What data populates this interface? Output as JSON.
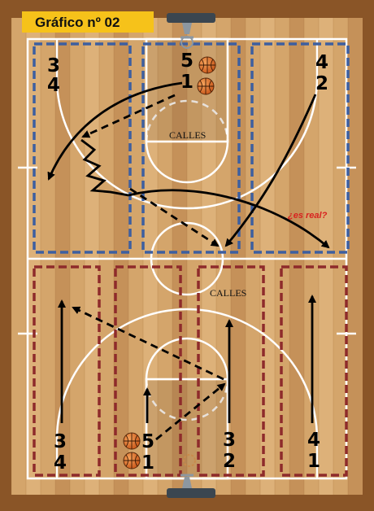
{
  "title": "Gráfico nº 02",
  "colors": {
    "wood": "#d4a56b",
    "wood_dark": "#b8824a",
    "wood_light": "#e5bd87",
    "surround": "#8a5527",
    "lines": "#ffffff",
    "title_bg": "#f6c21a",
    "upper_lanes": "#3d5fa0",
    "lower_lanes": "#8e2b2b",
    "note": "#d8221f",
    "arrows": "#000000",
    "hoop": "#4a5560"
  },
  "upper_half": {
    "lane_label": "CALLES",
    "note": "¿es real?",
    "left_label": [
      "3",
      "4"
    ],
    "right_label": [
      "4",
      "2"
    ],
    "center_label": [
      "5",
      "1"
    ]
  },
  "lower_half": {
    "lane_label": "CALLES",
    "left_label": [
      "3",
      "4"
    ],
    "center_label": [
      "5",
      "1"
    ],
    "mid_label": [
      "3",
      "2"
    ],
    "right_label": [
      "4",
      "1"
    ]
  },
  "icons": {
    "ball": "basketball-icon",
    "backboard": "backboard-icon"
  }
}
